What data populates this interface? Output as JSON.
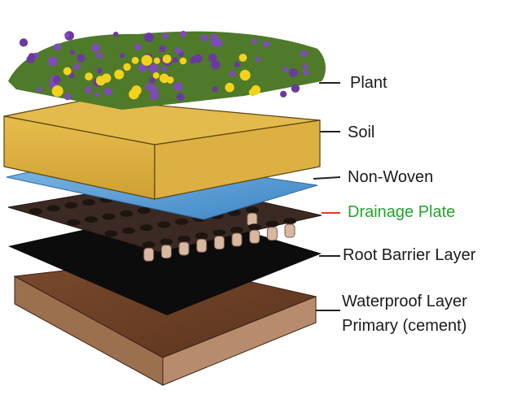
{
  "layers": [
    {
      "id": "plant",
      "label": "Plant",
      "highlight": false
    },
    {
      "id": "soil",
      "label": "Soil",
      "highlight": false
    },
    {
      "id": "non-woven",
      "label": "Non-Woven",
      "highlight": false
    },
    {
      "id": "drainage-plate",
      "label": "Drainage Plate",
      "highlight": true
    },
    {
      "id": "root-barrier",
      "label": "Root Barrier Layer",
      "highlight": false
    },
    {
      "id": "waterproof",
      "label": "Waterproof Layer",
      "label_line2": "Primary (cement)",
      "highlight": false
    }
  ],
  "colors": {
    "soil_top": "#e2b84a",
    "soil_front": "#d9ad3a",
    "soil_side": "#c9992b",
    "fabric": "#5fa3d8",
    "drainage": "#3b2a24",
    "barrier": "#101010",
    "cement_top": "#6b4128",
    "cement_side": "#a47a5e",
    "foliage": "#4f7a2a",
    "flower_purple": "#6a3aa0",
    "flower_yellow": "#f3d21c",
    "highlight_text": "#22a52b",
    "leader_highlight": "#e03a2e"
  }
}
